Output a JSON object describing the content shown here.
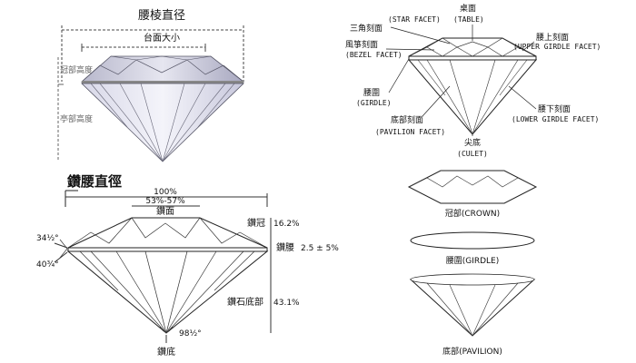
{
  "top_left": {
    "title": "腰棱直径",
    "table_width": "台面大小",
    "crown_height": "冠部高度",
    "pavilion_height": "亭部高度"
  },
  "bottom_left": {
    "title": "鑽腰直徑",
    "total_width": "100%",
    "table_range": "53%-57%",
    "table": "鑽面",
    "crown_angle": "34½°",
    "pavilion_angle": "40¾°",
    "crown": "鑽冠",
    "crown_pct": "16.2%",
    "girdle": "鑽腰",
    "girdle_pct": "2.5 ± 5%",
    "pavilion": "鑽石底部",
    "pavilion_pct": "43.1%",
    "culet_angle": "98½°",
    "culet": "鑽底"
  },
  "right": {
    "star_cn": "三角刻面",
    "star_en": "(STAR FACET)",
    "table_cn": "桌面",
    "table_en": "(TABLE)",
    "bezel_cn": "風箏刻面",
    "bezel_en": "(BEZEL FACET)",
    "upper_girdle_cn": "腰上刻面",
    "upper_girdle_en": "(UPPER GIRDLE FACET)",
    "girdle_cn": "腰圍",
    "girdle_en": "(GIRDLE)",
    "lower_girdle_cn": "腰下刻面",
    "lower_girdle_en": "(LOWER GIRDLE FACET)",
    "pavilion_cn": "底部刻面",
    "pavilion_en": "(PAVILION FACET)",
    "culet_cn": "尖底",
    "culet_en": "(CULET)",
    "crown_caption": "冠部(CROWN)",
    "girdle_caption": "腰圍(GIRDLE)",
    "pavilion_caption": "底部(PAVILION)"
  }
}
